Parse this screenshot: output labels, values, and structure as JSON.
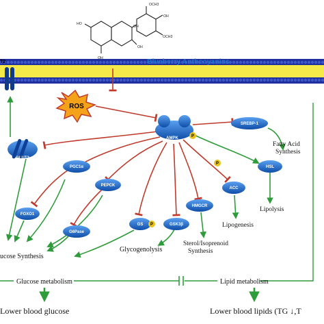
{
  "colors": {
    "membrane_outer": "#1f2f9e",
    "membrane_inner": "#f5e94a",
    "inhibit": "#c0392b",
    "activate": "#2e9c3a",
    "protein": "#1f66c8",
    "ros_fill": "#f3a21a",
    "phospho": "#e8c21d",
    "title_blue": "#1c73c9"
  },
  "compound": {
    "label": "Blueberry Anthocyanins",
    "substituents": [
      "OCH3",
      "OH",
      "OCH3",
      "OH",
      "HO",
      "OH",
      "OH"
    ]
  },
  "transporter_top": "T2",
  "ros": "ROS",
  "ampk": "AMPK",
  "phospho_mark": "P",
  "proteins": {
    "glut2": "GLUT2",
    "pgc1a": "PGC1α",
    "pepck": "PEPCK",
    "foxo1": "FOXO1",
    "g6pase": "G6Pase",
    "gs": "GS",
    "gsk3b": "GSK3β",
    "hmgcr": "HMGCR",
    "acc": "ACC",
    "hsl": "HSL",
    "srebp1": "SREBP-1"
  },
  "outcomes": {
    "fatty_acid_1": "Fatty Acid",
    "fatty_acid_2": "Synthesis",
    "lipolysis": "Lipolysis",
    "lipogenesis": "Lipogenesis",
    "sterol_1": "Sterol/Isoprenoid",
    "sterol_2": "Synthesis",
    "glycogenolysis": "Glycogenolysis",
    "glucose_synthesis": "ucose Synthesis"
  },
  "sections": {
    "glucose_metabolism": "Glucose metabolism",
    "lipid_metabolism": "Lipid metabolism",
    "lower_glucose": "Lower blood glucose",
    "lower_lipids": "Lower blood lipids (TG ↓,T"
  }
}
